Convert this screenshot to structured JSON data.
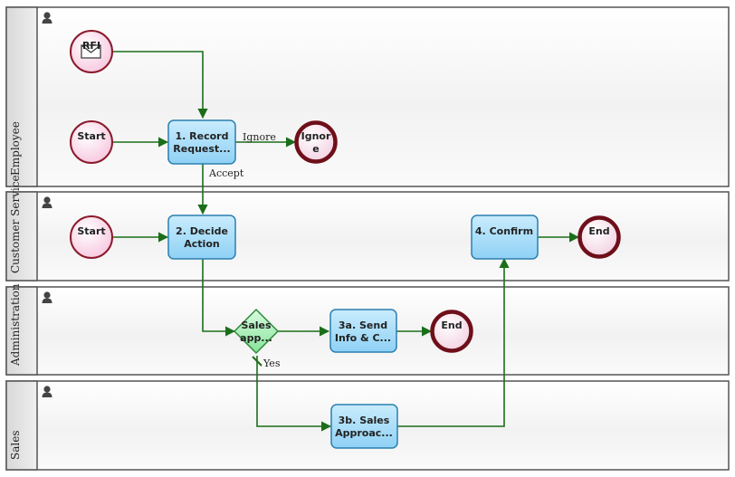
{
  "lanes": [
    {
      "id": "employee",
      "label": "Employee"
    },
    {
      "id": "customer-service",
      "label": "Customer Service"
    },
    {
      "id": "administration",
      "label": "Administration"
    },
    {
      "id": "sales",
      "label": "Sales"
    }
  ],
  "nodes": {
    "rfi": {
      "label": "RFI"
    },
    "start_employee": {
      "label": "Start"
    },
    "record_request": {
      "label_line1": "1. Record",
      "label_line2": "Request..."
    },
    "ignore": {
      "label_line1": "Ignor",
      "label_line2": "e"
    },
    "start_cs": {
      "label": "Start"
    },
    "decide_action": {
      "label_line1": "2. Decide",
      "label_line2": "Action"
    },
    "confirm": {
      "label": "4. Confirm"
    },
    "end_cs": {
      "label": "End"
    },
    "sales_gateway": {
      "label_line1": "Sales",
      "label_line2": "app..."
    },
    "send_info": {
      "label_line1": "3a. Send",
      "label_line2": "Info & C..."
    },
    "end_admin": {
      "label": "End"
    },
    "sales_approach": {
      "label_line1": "3b. Sales",
      "label_line2": "Approac..."
    }
  },
  "edges": {
    "ignore": "Ignore",
    "accept": "Accept",
    "yes": "Yes"
  },
  "colors": {
    "flow": "#1a6e1a",
    "task_fill": "#9fd9f8",
    "task_stroke": "#2a7fb0",
    "start_fill": "#fbdceb",
    "start_stroke": "#8b1a2b",
    "end_stroke": "#6e0f1a",
    "gateway_fill": "#a4f0b4",
    "gateway_stroke": "#2e8b3a"
  }
}
